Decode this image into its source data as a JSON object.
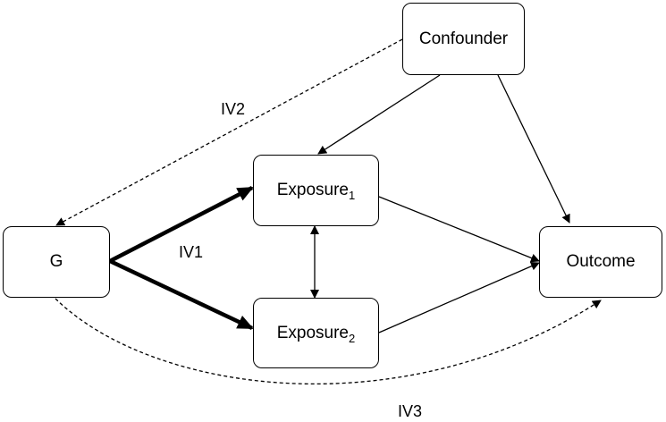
{
  "nodes": {
    "confounder": "Confounder",
    "exposure1": {
      "base": "Exposure",
      "sub": "1"
    },
    "exposure2": {
      "base": "Exposure",
      "sub": "2"
    },
    "g": "G",
    "outcome": "Outcome"
  },
  "edge_labels": {
    "iv1": "IV1",
    "iv2": "IV2",
    "iv3": "IV3"
  },
  "edges": [
    {
      "from": "g",
      "to": "exposure1",
      "style": "bold"
    },
    {
      "from": "g",
      "to": "exposure2",
      "style": "bold"
    },
    {
      "from": "confounder",
      "to": "g",
      "style": "dashed",
      "label": "IV2"
    },
    {
      "from": "g",
      "to": "outcome",
      "style": "dashed",
      "label": "IV3"
    },
    {
      "from": "confounder",
      "to": "exposure1",
      "style": "solid"
    },
    {
      "from": "confounder",
      "to": "outcome",
      "style": "solid"
    },
    {
      "from": "exposure1",
      "to": "outcome",
      "style": "solid"
    },
    {
      "from": "exposure2",
      "to": "outcome",
      "style": "solid"
    },
    {
      "from": "exposure1",
      "to": "exposure2",
      "style": "bidirectional"
    }
  ]
}
